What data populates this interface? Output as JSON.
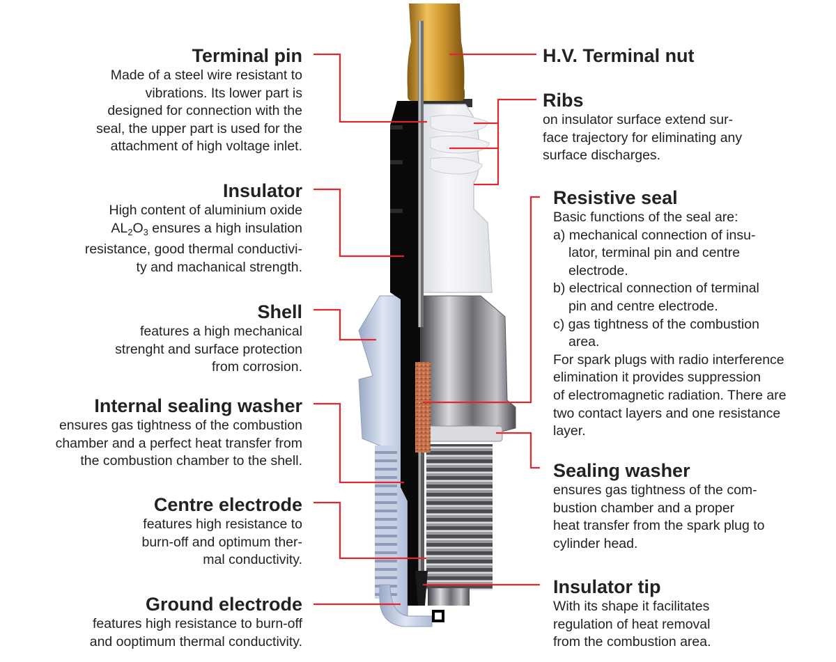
{
  "labels": {
    "terminal_pin": {
      "title": "Terminal pin",
      "lines": [
        "Made of a steel wire resistant to",
        "vibrations. Its lower part is",
        "designed for connection with the",
        "seal, the upper part is used for the",
        "attachment of high voltage inlet."
      ]
    },
    "insulator": {
      "title": "Insulator",
      "line1_prefix": "High content of aluminium oxide",
      "formula": {
        "a": "AL",
        "a_sub": "2",
        "b": "O",
        "b_sub": "3",
        "rest": " ensures a high insulation"
      },
      "lines": [
        "resistance, good thermal conductivi-",
        "ty and machanical strength."
      ]
    },
    "shell": {
      "title": "Shell",
      "lines": [
        "features a high mechanical",
        "strenght and surface protection",
        "from corrosion."
      ]
    },
    "internal_washer": {
      "title": "Internal sealing washer",
      "lines": [
        "ensures gas tightness of the combustion",
        "chamber and a perfect heat transfer from",
        "the combustion chamber to the shell."
      ]
    },
    "centre_electrode": {
      "title": "Centre electrode",
      "lines": [
        "features high resistance to",
        "burn-off and optimum ther-",
        "mal conductivity."
      ]
    },
    "ground_electrode": {
      "title": "Ground electrode",
      "lines": [
        "features high resistance to burn-off",
        "and ooptimum thermal conductivity."
      ]
    },
    "hv_nut": {
      "title": "H.V. Terminal nut"
    },
    "ribs": {
      "title": "Ribs",
      "lines": [
        "on insulator surface extend sur-",
        "face trajectory for eliminating any",
        "surface discharges."
      ]
    },
    "resistive_seal": {
      "title": "Resistive seal",
      "lines": [
        "Basic functions of the seal are:",
        "a) mechanical connection of insu-",
        "lator, terminal pin and centre",
        "electrode.",
        "b) electrical connection of terminal",
        "pin and centre electrode.",
        "c) gas tightness of the combustion",
        "area.",
        "For spark plugs with radio interference",
        "elimination it provides suppression",
        "of electromagnetic radiation. There are",
        "two contact layers and one resistance",
        "layer."
      ]
    },
    "sealing_washer": {
      "title": "Sealing washer",
      "lines": [
        "ensures gas tightness of the com-",
        "bustion chamber and a proper",
        "heat transfer from the spark plug to",
        "cylinder head."
      ]
    },
    "insulator_tip": {
      "title": "Insulator tip",
      "lines": [
        "With its shape it facilitates",
        "regulation of heat removal",
        "from the combustion area."
      ]
    }
  },
  "colors": {
    "leader": "#e3262e",
    "text": "#222222",
    "nut": "#c9952a",
    "insulator_cut": "#0a0a0a",
    "shell_blue": "#b9c6dc",
    "chrome": "#8a8c90",
    "seal": "#c4704a"
  }
}
